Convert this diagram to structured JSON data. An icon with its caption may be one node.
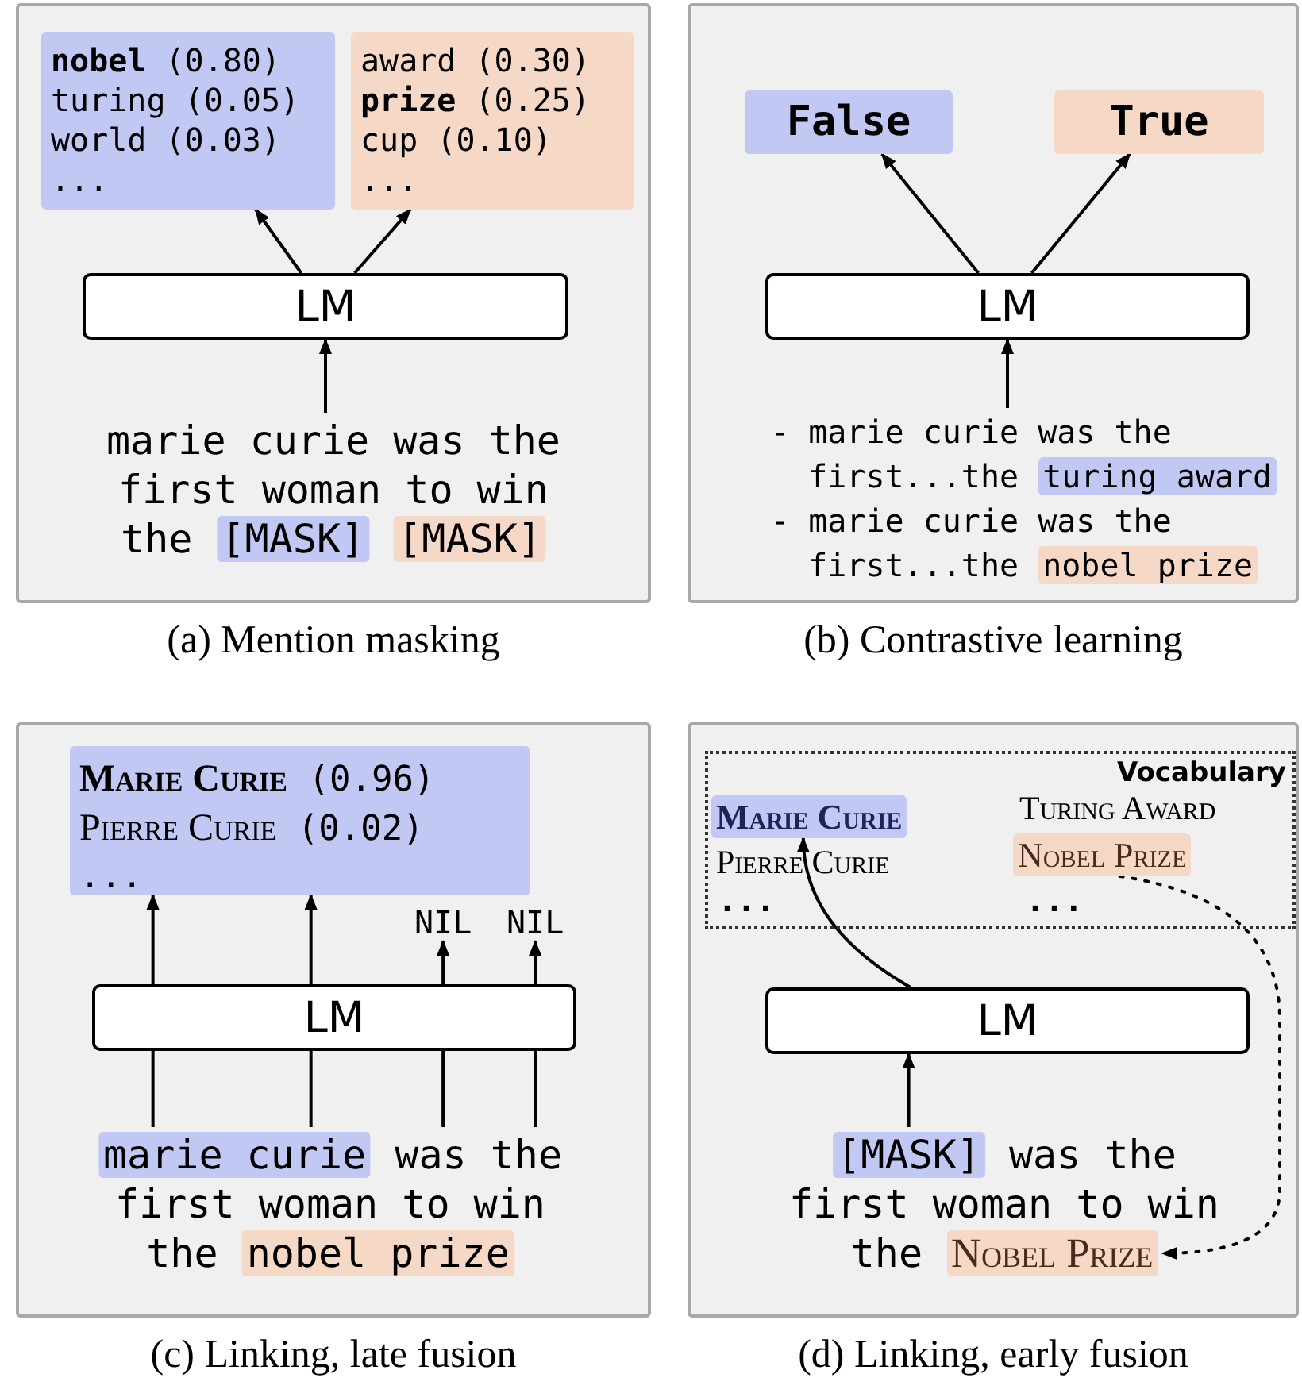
{
  "diagram": {
    "nodes": [
      {
        "text": [
          "(a) Mention masking"
        ]
      },
      {
        "text": [
          "**nobel** (0.80)",
          "turing (0.05)",
          "world (0.03)",
          "..."
        ],
        "in": 0
      },
      {
        "text": [
          "award (0.30)",
          "**prize** (0.25)",
          "cup (0.10)",
          "..."
        ],
        "in": 0
      },
      {
        "text": [
          "LM"
        ],
        "in": 0
      },
      {
        "text": [
          "marie curie was the first woman to win the"
        ],
        "in": 0
      },
      {
        "text": [
          "[MASK]"
        ],
        "in": 0
      },
      {
        "text": [
          "[MASK]"
        ],
        "in": 0
      },
      {
        "text": [
          "(b) Contrastive learning"
        ]
      },
      {
        "text": [
          "False"
        ],
        "in": 7
      },
      {
        "text": [
          "True"
        ],
        "in": 7
      },
      {
        "text": [
          "LM"
        ],
        "in": 7
      },
      {
        "text": [
          "- marie curie was the first...the"
        ],
        "in": 7
      },
      {
        "text": [
          "turing award"
        ],
        "in": 7
      },
      {
        "text": [
          "- marie curie was the first...the"
        ],
        "in": 7
      },
      {
        "text": [
          "nobel prize"
        ],
        "in": 7
      },
      {
        "text": [
          "(c) Linking, late fusion"
        ]
      },
      {
        "text": [
          "**Marie Curie** (0.96)",
          "Pierre Curie (0.02)",
          "..."
        ],
        "in": 15
      },
      {
        "text": [
          "NIL"
        ],
        "in": 15
      },
      {
        "text": [
          "NIL"
        ],
        "in": 15
      },
      {
        "text": [
          "LM"
        ],
        "in": 15
      },
      {
        "text": [
          "marie curie"
        ],
        "in": 15
      },
      {
        "text": [
          "was the first woman to win the"
        ],
        "in": 15
      },
      {
        "text": [
          "nobel prize"
        ],
        "in": 15
      },
      {
        "text": [
          "(d) Linking, early fusion"
        ]
      },
      {
        "text": [
          "Vocabulary"
        ],
        "in": 23
      },
      {
        "text": [
          "Marie Curie"
        ],
        "in": 24
      },
      {
        "text": [
          "Nobel Prize"
        ],
        "in": 24
      },
      {
        "text": [
          "LM"
        ],
        "in": 23
      },
      {
        "text": [
          "[MASK]"
        ],
        "in": 23
      },
      {
        "text": [
          "was the first woman to win the"
        ],
        "in": 23
      },
      {
        "text": [
          "Nobel Prize"
        ],
        "in": 23
      }
    ],
    "edges": [
      {
        "from": 3,
        "to": 1,
        "arrow": "to"
      },
      {
        "from": 3,
        "to": 2,
        "arrow": "to"
      },
      {
        "from": 4,
        "to": 3,
        "arrow": "to"
      },
      {
        "from": 10,
        "to": 8,
        "arrow": "to"
      },
      {
        "from": 10,
        "to": 9,
        "arrow": "to"
      },
      {
        "from": 11,
        "to": 10,
        "arrow": "to"
      },
      {
        "from": 20,
        "to": 19,
        "arrow": "none"
      },
      {
        "from": 20,
        "to": 19,
        "arrow": "none"
      },
      {
        "from": 21,
        "to": 19,
        "arrow": "none"
      },
      {
        "from": 21,
        "to": 19,
        "arrow": "none"
      },
      {
        "from": 19,
        "to": 16,
        "arrow": "to"
      },
      {
        "from": 19,
        "to": 16,
        "arrow": "to"
      },
      {
        "from": 19,
        "to": 17,
        "arrow": "to"
      },
      {
        "from": 19,
        "to": 18,
        "arrow": "to"
      },
      {
        "from": 28,
        "to": 27,
        "arrow": "to"
      },
      {
        "from": 27,
        "to": 25,
        "arrow": "to"
      },
      {
        "from": 26,
        "to": 30,
        "arrow": "to",
        "style": "dashed"
      }
    ],
    "labels": [
      "Turing Award",
      "Pierre Curie",
      "...",
      "..."
    ]
  }
}
